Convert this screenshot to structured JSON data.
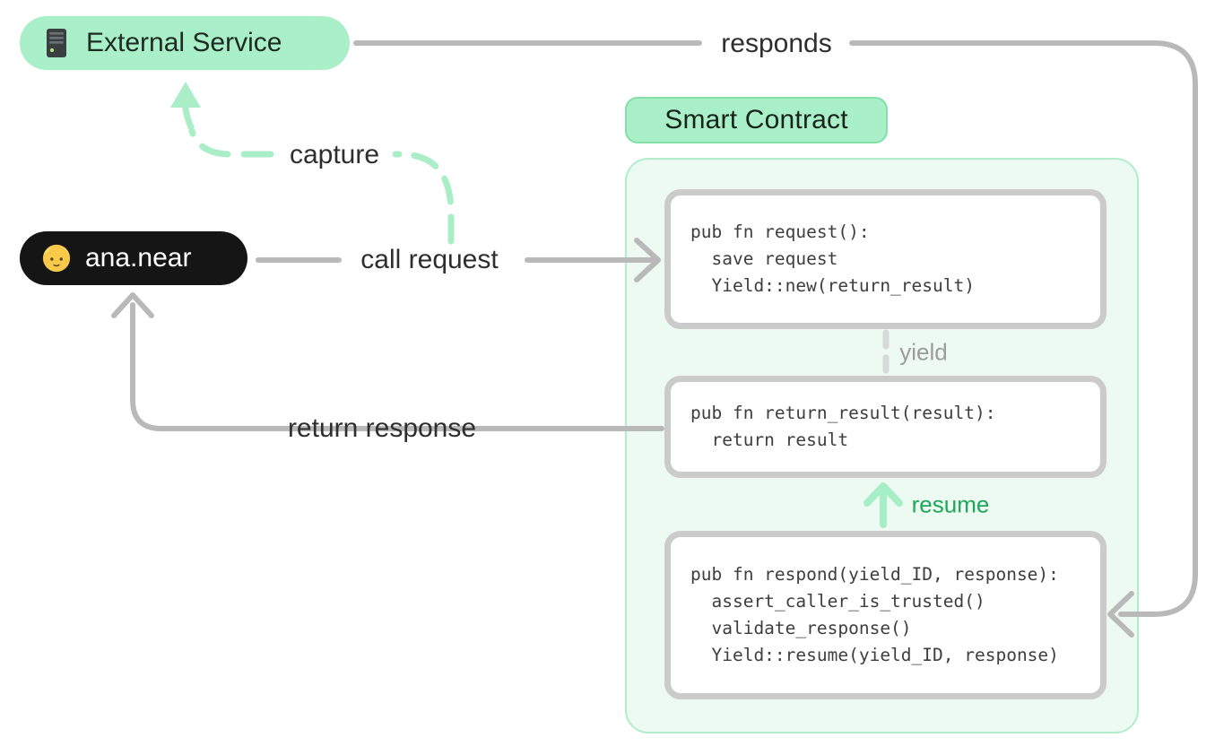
{
  "diagram_title": "Smart Contract",
  "colors": {
    "accent_green_fill": "#a9efc7",
    "accent_green_border": "#82e0a8",
    "container_bg": "#ecfaf1",
    "container_border": "#b0eecb",
    "gray_connector": "#b9b9b9",
    "code_box_border": "#cbcbcb",
    "dark_pill_bg": "#151515",
    "yield_label_gray": "#9b9b9b",
    "resume_label_green": "#1fa75a",
    "capture_dash_green": "#a9eec6"
  },
  "nodes": {
    "external_service": {
      "label": "External Service",
      "icon": "server-icon"
    },
    "user": {
      "label": "ana.near",
      "icon": "person-icon"
    },
    "smart_contract": {
      "label": "Smart Contract"
    }
  },
  "edges": {
    "responds": {
      "label": "responds"
    },
    "capture": {
      "label": "capture"
    },
    "call_request": {
      "label": "call request"
    },
    "return_response": {
      "label": "return response"
    },
    "yield": {
      "label": "yield"
    },
    "resume": {
      "label": "resume"
    }
  },
  "contract": {
    "boxes": [
      {
        "name": "request",
        "code": "pub fn request():\n  save request\n  Yield::new(return_result)"
      },
      {
        "name": "return_result",
        "code": "pub fn return_result(result):\n  return result"
      },
      {
        "name": "respond",
        "code": "pub fn respond(yield_ID, response):\n  assert_caller_is_trusted()\n  validate_response()\n  Yield::resume(yield_ID, response)"
      }
    ]
  }
}
